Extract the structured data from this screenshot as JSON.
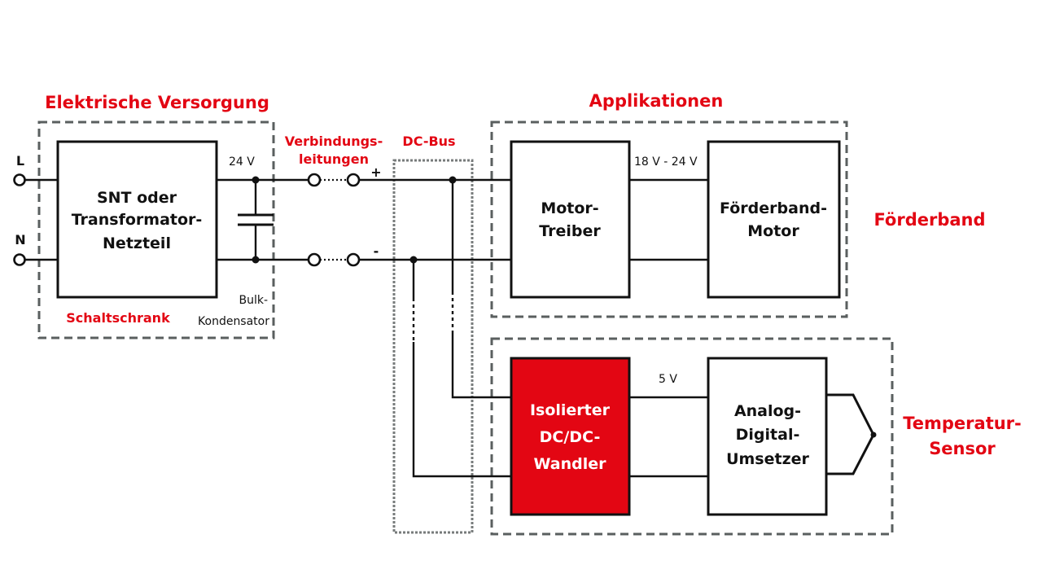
{
  "colors": {
    "accent": "#e30613",
    "box_fill_highlight": "#e30613",
    "group_border": "#5a5f5f",
    "wire": "#111111"
  },
  "groups": {
    "supply": {
      "title": "Elektrische Versorgung",
      "sublabel": "Schaltschrank"
    },
    "applications": {
      "title": "Applikationen"
    },
    "conveyor": {
      "label": "Förderband"
    },
    "temp_sensor": {
      "label_line1": "Temperatur-",
      "label_line2": "Sensor"
    }
  },
  "terminals": {
    "line": "L",
    "neutral": "N"
  },
  "blocks": {
    "power_supply": {
      "line1": "SNT oder",
      "line2": "Transformator-",
      "line3": "Netzteil"
    },
    "motor_driver": {
      "line1": "Motor-",
      "line2": "Treiber"
    },
    "conveyor_motor": {
      "line1": "Förderband-",
      "line2": "Motor"
    },
    "dcdc_converter": {
      "line1": "Isolierter",
      "line2": "DC/DC-",
      "line3": "Wandler"
    },
    "adc": {
      "line1": "Analog-",
      "line2": "Digital-",
      "line3": "Umsetzer"
    }
  },
  "labels": {
    "voltage_24v": "24 V",
    "voltage_18_24v": "18 V - 24 V",
    "voltage_5v": "5 V",
    "bulk_cap_line1": "Bulk-",
    "bulk_cap_line2": "Kondensator",
    "connection_lines_line1": "Verbindungs-",
    "connection_lines_line2": "leitungen",
    "dc_bus": "DC-Bus",
    "plus": "+",
    "minus": "-"
  }
}
